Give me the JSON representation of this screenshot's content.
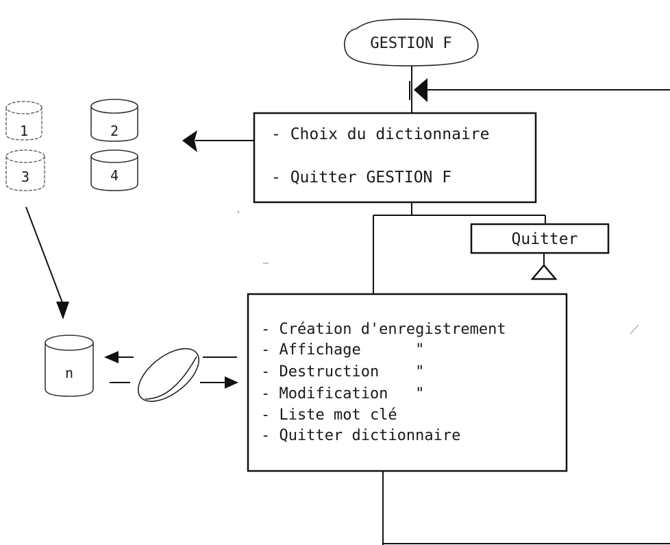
{
  "start_node": {
    "label": "GESTION F"
  },
  "main_menu": {
    "items": [
      "- Choix du dictionnaire",
      "- Quitter GESTION F"
    ]
  },
  "quit_box": {
    "label": "Quitter"
  },
  "dictionary_menu": {
    "items": [
      "- Création d'enregistrement",
      "- Affichage      \"",
      "- Destruction    \"",
      "- Modification   \"",
      "- Liste mot clé",
      "- Quitter dictionnaire"
    ]
  },
  "disks": {
    "labels": [
      "1",
      "2",
      "3",
      "4"
    ],
    "result_label": "n"
  }
}
